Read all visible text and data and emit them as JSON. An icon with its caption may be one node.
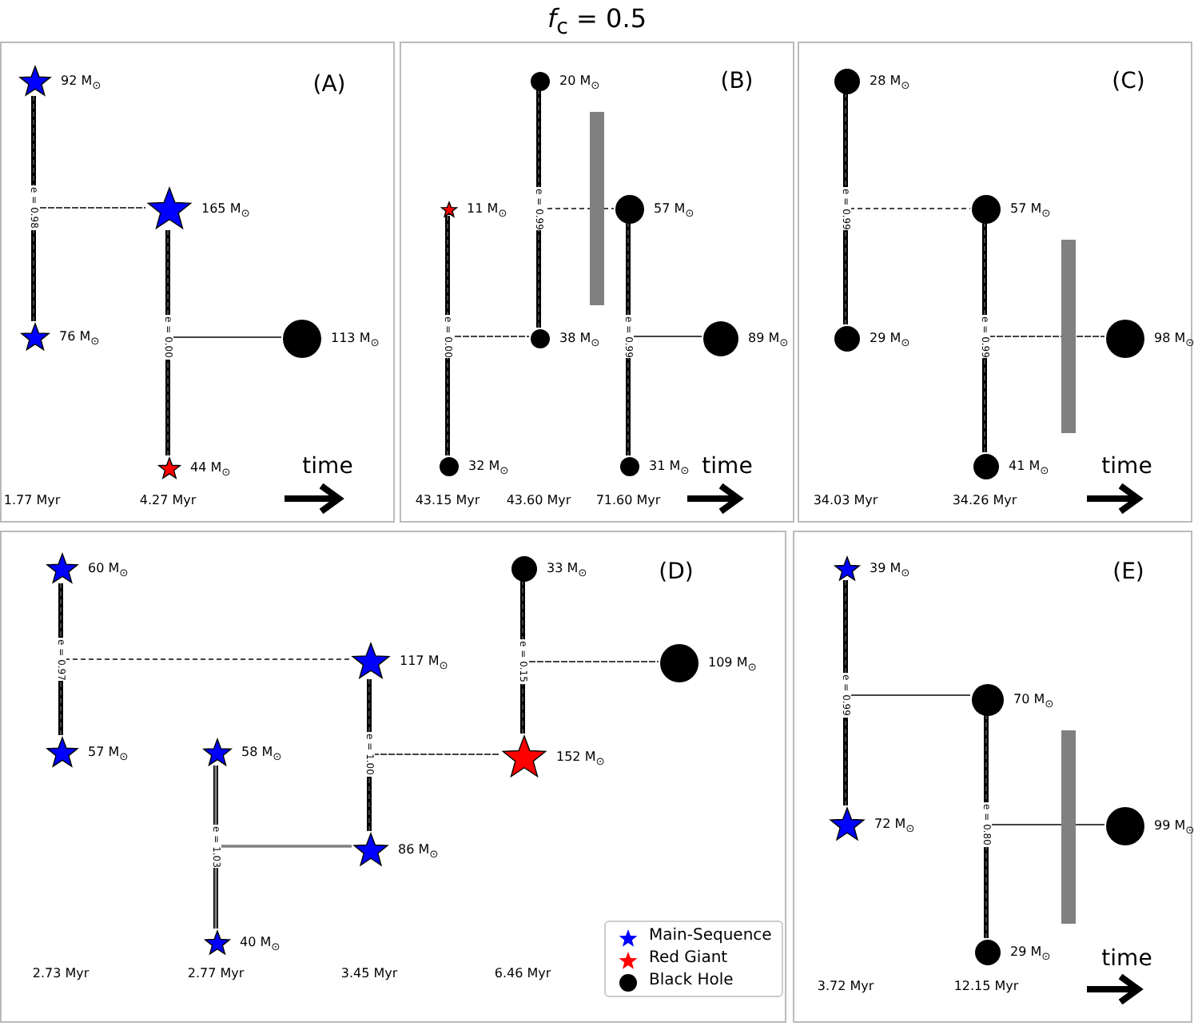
{
  "diagram": {
    "title": "*f*$_{c}$ = 0.5",
    "nodes": [
      {
        "text": [
          "(A)"
        ]
      },
      {
        "text": [],
        "shape": "star",
        "in": 0,
        "beside": [
          "92 M$_{⊙}$"
        ]
      },
      {
        "text": [],
        "shape": "star",
        "in": 0,
        "beside": [
          "76 M$_{⊙}$"
        ]
      },
      {
        "text": [],
        "shape": "star",
        "in": 0,
        "beside": [
          "165 M$_{⊙}$"
        ]
      },
      {
        "text": [],
        "shape": "circle",
        "in": 0,
        "beside": [
          "113 M$_{⊙}$"
        ]
      },
      {
        "text": [],
        "shape": "star",
        "in": 0,
        "beside": [
          "44 M$_{⊙}$"
        ]
      },
      {
        "text": [
          "(B)"
        ]
      },
      {
        "text": [],
        "shape": "circle",
        "in": 6,
        "beside": [
          "20 M$_{⊙}$"
        ]
      },
      {
        "text": [],
        "shape": "star",
        "in": 6,
        "beside": [
          "11 M$_{⊙}$"
        ]
      },
      {
        "text": [],
        "shape": "circle",
        "in": 6,
        "beside": [
          "38 M$_{⊙}$"
        ]
      },
      {
        "text": [],
        "shape": "circle",
        "in": 6,
        "beside": [
          "57 M$_{⊙}$"
        ]
      },
      {
        "text": [],
        "shape": "circle",
        "in": 6,
        "beside": [
          "89 M$_{⊙}$"
        ]
      },
      {
        "text": [],
        "shape": "circle",
        "in": 6,
        "beside": [
          "32 M$_{⊙}$"
        ]
      },
      {
        "text": [],
        "shape": "circle",
        "in": 6,
        "beside": [
          "31 M$_{⊙}$"
        ]
      },
      {
        "text": [
          "(C)"
        ]
      },
      {
        "text": [],
        "shape": "circle",
        "in": 14,
        "beside": [
          "28 M$_{⊙}$"
        ]
      },
      {
        "text": [],
        "shape": "circle",
        "in": 14,
        "beside": [
          "57 M$_{⊙}$"
        ]
      },
      {
        "text": [],
        "shape": "circle",
        "in": 14,
        "beside": [
          "29 M$_{⊙}$"
        ]
      },
      {
        "text": [],
        "shape": "circle",
        "in": 14,
        "beside": [
          "98 M$_{⊙}$"
        ]
      },
      {
        "text": [],
        "shape": "circle",
        "in": 14,
        "beside": [
          "41 M$_{⊙}$"
        ]
      },
      {
        "text": [
          "(D)"
        ]
      },
      {
        "text": [],
        "shape": "star",
        "in": 20,
        "beside": [
          "60 M$_{⊙}$"
        ]
      },
      {
        "text": [],
        "shape": "circle",
        "in": 20,
        "beside": [
          "33 M$_{⊙}$"
        ]
      },
      {
        "text": [],
        "shape": "star",
        "in": 20,
        "beside": [
          "117 M$_{⊙}$"
        ]
      },
      {
        "text": [],
        "shape": "circle",
        "in": 20,
        "beside": [
          "109 M$_{⊙}$"
        ]
      },
      {
        "text": [],
        "shape": "star",
        "in": 20,
        "beside": [
          "57 M$_{⊙}$"
        ]
      },
      {
        "text": [],
        "shape": "star",
        "in": 20,
        "beside": [
          "58 M$_{⊙}$"
        ]
      },
      {
        "text": [],
        "shape": "star",
        "in": 20,
        "beside": [
          "152 M$_{⊙}$"
        ]
      },
      {
        "text": [],
        "shape": "star",
        "in": 20,
        "beside": [
          "86 M$_{⊙}$"
        ]
      },
      {
        "text": [],
        "shape": "star",
        "in": 20,
        "beside": [
          "40 M$_{⊙}$"
        ]
      },
      {
        "text": [
          "(E)"
        ]
      },
      {
        "text": [],
        "shape": "star",
        "in": 30,
        "beside": [
          "39 M$_{⊙}$"
        ]
      },
      {
        "text": [],
        "shape": "circle",
        "in": 30,
        "beside": [
          "70 M$_{⊙}$"
        ]
      },
      {
        "text": [],
        "shape": "star",
        "in": 30,
        "beside": [
          "72 M$_{⊙}$"
        ]
      },
      {
        "text": [],
        "shape": "circle",
        "in": 30,
        "beside": [
          "99 M$_{⊙}$"
        ]
      },
      {
        "text": [],
        "shape": "circle",
        "in": 30,
        "beside": [
          "29 M$_{⊙}$"
        ]
      }
    ],
    "edges": [
      {
        "from": 1,
        "to": 2,
        "arrow": "none",
        "label": "e = 0.98",
        "style": "thick"
      },
      {
        "from": 1,
        "to": 3,
        "arrow": "none",
        "style": "dashed"
      },
      {
        "from": 2,
        "to": 3,
        "arrow": "none",
        "style": "dashed"
      },
      {
        "from": 3,
        "to": 5,
        "arrow": "none",
        "label": "e = 0.00",
        "style": "thick"
      },
      {
        "from": 3,
        "to": 4,
        "arrow": "none",
        "style": "dashed"
      },
      {
        "from": 5,
        "to": 4,
        "arrow": "none",
        "style": "dashed"
      },
      {
        "from": 8,
        "to": 12,
        "arrow": "none",
        "label": "e = 0.00",
        "style": "thick"
      },
      {
        "from": 8,
        "to": 9,
        "arrow": "none",
        "style": "dashed"
      },
      {
        "from": 12,
        "to": 9,
        "arrow": "none",
        "style": "dashed"
      },
      {
        "from": 7,
        "to": 9,
        "arrow": "none",
        "label": "e = 0.99",
        "style": "thick"
      },
      {
        "from": 7,
        "to": 10,
        "arrow": "none",
        "style": "dashed"
      },
      {
        "from": 9,
        "to": 10,
        "arrow": "none",
        "style": "dashed"
      },
      {
        "from": 10,
        "to": 13,
        "arrow": "none",
        "label": "e = 0.99",
        "style": "thick"
      },
      {
        "from": 10,
        "to": 11,
        "arrow": "none",
        "style": "dashed"
      },
      {
        "from": 13,
        "to": 11,
        "arrow": "none",
        "style": "dashed"
      },
      {
        "from": 15,
        "to": 17,
        "arrow": "none",
        "label": "e = 0.99",
        "style": "thick"
      },
      {
        "from": 15,
        "to": 16,
        "arrow": "none",
        "style": "dashed"
      },
      {
        "from": 17,
        "to": 16,
        "arrow": "none",
        "style": "dashed"
      },
      {
        "from": 16,
        "to": 19,
        "arrow": "none",
        "label": "e = 0.99",
        "style": "thick"
      },
      {
        "from": 16,
        "to": 18,
        "arrow": "none",
        "style": "dashed"
      },
      {
        "from": 19,
        "to": 18,
        "arrow": "none",
        "style": "dashed"
      },
      {
        "from": 21,
        "to": 25,
        "arrow": "none",
        "label": "e = 0.97",
        "style": "thick"
      },
      {
        "from": 21,
        "to": 23,
        "arrow": "none",
        "style": "dashed"
      },
      {
        "from": 25,
        "to": 23,
        "arrow": "none",
        "style": "dashed"
      },
      {
        "from": 26,
        "to": 29,
        "arrow": "none",
        "label": "e = 1.03",
        "style": "thick"
      },
      {
        "from": 26,
        "to": 28,
        "arrow": "none",
        "color": "#808080"
      },
      {
        "from": 29,
        "to": 28,
        "arrow": "none",
        "color": "#808080"
      },
      {
        "from": 23,
        "to": 28,
        "arrow": "none",
        "label": "e = 1.00",
        "style": "thick"
      },
      {
        "from": 23,
        "to": 27,
        "arrow": "none",
        "style": "dashed"
      },
      {
        "from": 28,
        "to": 27,
        "arrow": "none",
        "style": "dashed"
      },
      {
        "from": 22,
        "to": 27,
        "arrow": "none",
        "label": "e = 0.15",
        "style": "thick"
      },
      {
        "from": 22,
        "to": 24,
        "arrow": "none",
        "style": "dashed"
      },
      {
        "from": 27,
        "to": 24,
        "arrow": "none",
        "style": "dashed"
      },
      {
        "from": 31,
        "to": 33,
        "arrow": "none",
        "label": "e = 0.99",
        "style": "thick"
      },
      {
        "from": 31,
        "to": 32,
        "arrow": "none",
        "style": "dashed"
      },
      {
        "from": 33,
        "to": 32,
        "arrow": "none",
        "style": "dashed"
      },
      {
        "from": 32,
        "to": 35,
        "arrow": "none",
        "label": "e = 0.80",
        "style": "thick"
      },
      {
        "from": 32,
        "to": 34,
        "arrow": "none",
        "style": "dashed"
      },
      {
        "from": 35,
        "to": 34,
        "arrow": "none",
        "style": "dashed"
      }
    ],
    "labels": [
      "1.77 Myr",
      "4.27 Myr",
      "time",
      "43.15 Myr",
      "43.60 Myr",
      "71.60 Myr",
      "time",
      "34.03 Myr",
      "34.26 Myr",
      "time",
      "2.73 Myr",
      "2.77 Myr",
      "3.45 Myr",
      "6.46 Myr",
      "3.72 Myr",
      "12.15 Myr",
      "time"
    ],
    "legend": [
      {
        "text": "Main-Sequence"
      },
      {
        "text": "Red Giant"
      },
      {
        "text": "Black Hole"
      }
    ]
  }
}
